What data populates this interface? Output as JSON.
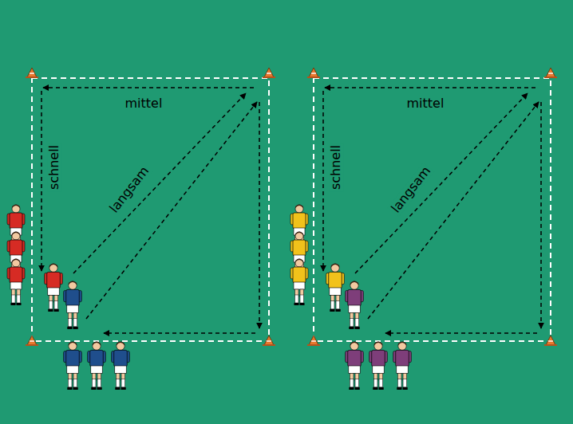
{
  "diagram": {
    "labels": [
      "mittel",
      "schnell",
      "langsam",
      "mittel",
      "schnell",
      "langsam"
    ]
  }
}
